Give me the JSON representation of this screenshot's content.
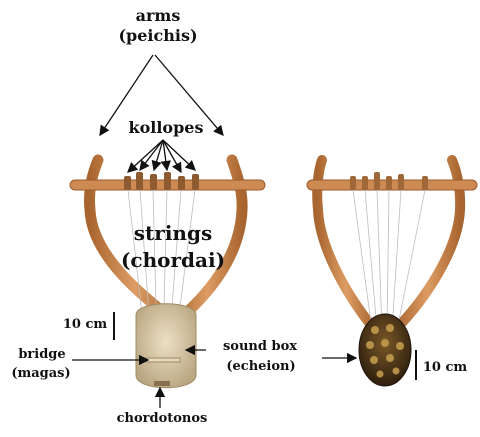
{
  "labels": {
    "arms": "arms",
    "arms_greek": "(peichis)",
    "kollopes": "kollopes",
    "strings": "strings",
    "strings_greek": "(chordai)",
    "scale_left": "10 cm",
    "bridge": "bridge",
    "bridge_greek": "(magas)",
    "chordotonos": "chordotonos",
    "sound_box": "sound box",
    "sound_box_greek": "(echeion)",
    "scale_right": "10 cm"
  },
  "colors": {
    "wood": "#c98650",
    "wood_dark": "#9a5a2c",
    "hide": "#d8c9a6",
    "shell": "#5a4020",
    "shell_light": "#c8a050"
  }
}
